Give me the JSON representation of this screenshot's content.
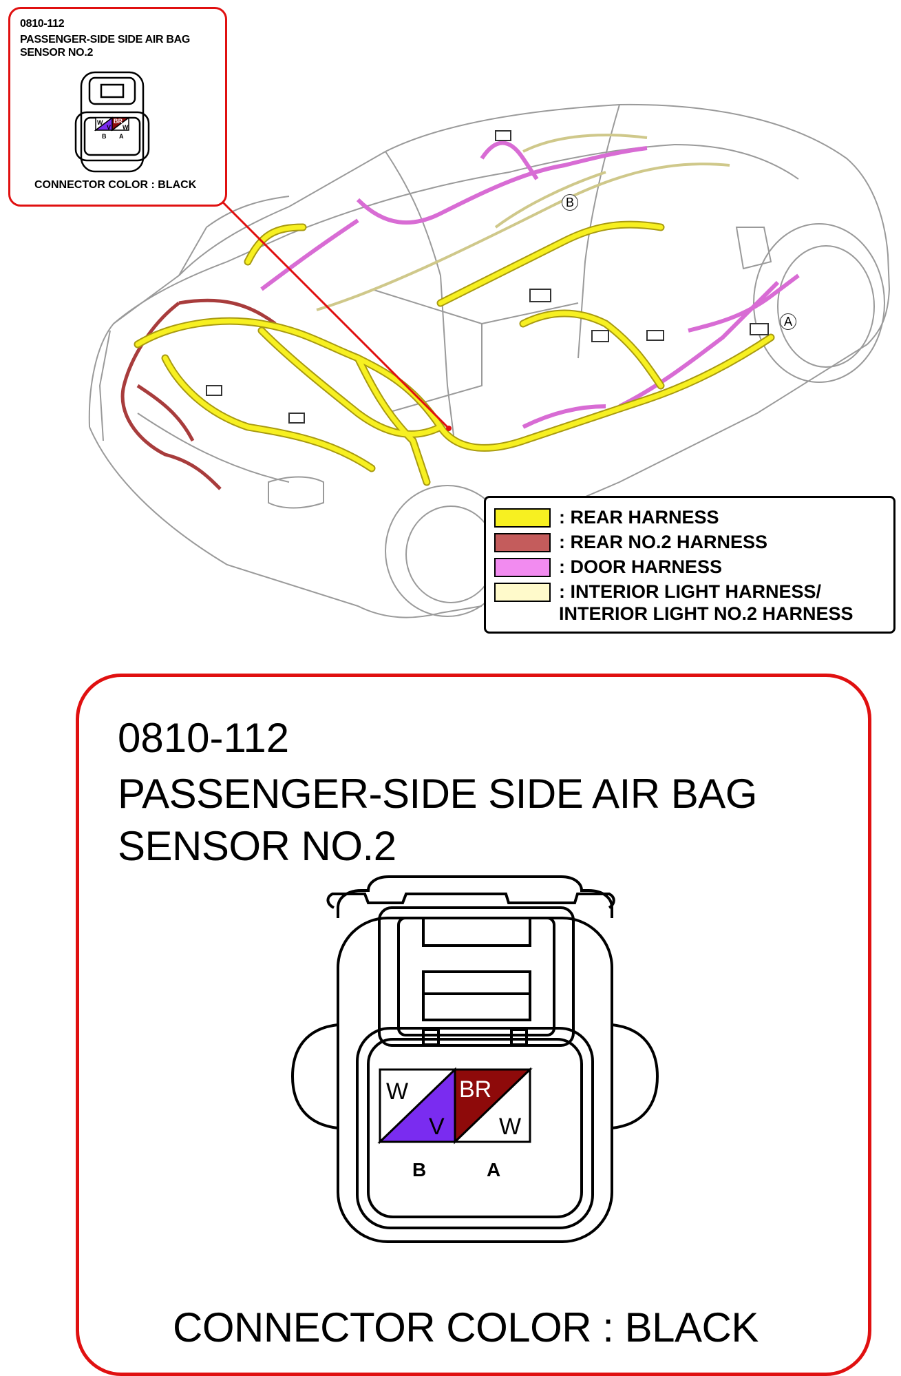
{
  "connector": {
    "code": "0810-112",
    "title": "PASSENGER-SIDE SIDE AIR BAG SENSOR NO.2",
    "color_text": "CONNECTOR COLOR : BLACK",
    "pins": [
      {
        "label": "B",
        "wire_top": "W",
        "wire_bottom": "V",
        "top_color": "#ffffff",
        "bottom_color": "#7a2cf0"
      },
      {
        "label": "A",
        "wire_top": "BR",
        "wire_bottom": "W",
        "top_color": "#8e0a0a",
        "bottom_color": "#ffffff"
      }
    ]
  },
  "callouts": [
    "B",
    "A"
  ],
  "legend": [
    {
      "label": ": REAR HARNESS",
      "color": "#f7f021"
    },
    {
      "label": ": REAR NO.2 HARNESS",
      "color": "#c45c5c"
    },
    {
      "label": ": DOOR HARNESS",
      "color": "#f28bf0"
    },
    {
      "label": ": INTERIOR LIGHT HARNESS/\nINTERIOR LIGHT NO.2 HARNESS",
      "color": "#fffacb"
    }
  ],
  "colors": {
    "frame_red": "#e01010"
  }
}
